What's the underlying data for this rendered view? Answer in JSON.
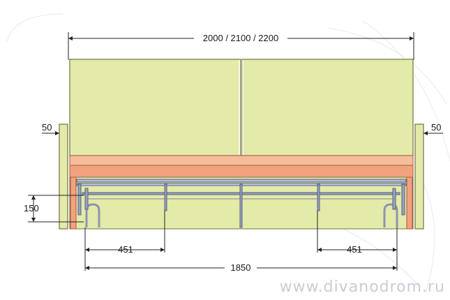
{
  "dimensions": {
    "overall_width": "2000 / 2100 / 2200",
    "armrest_left": "50",
    "armrest_right": "50",
    "leg_height": "150",
    "left_offset": "451",
    "right_offset": "451",
    "inner_width": "1850"
  },
  "watermark": "www.divanodrom.ru",
  "colors": {
    "cushion": "#e4eaa8",
    "cushion_stroke": "#6f7340",
    "board_orange": "#f2a37d",
    "board_stroke": "#a85a38",
    "frame_metal": "#9aa3bf",
    "frame_stroke": "#55607f",
    "dim_line": "#222222",
    "watermark": "#c9ccd6"
  }
}
